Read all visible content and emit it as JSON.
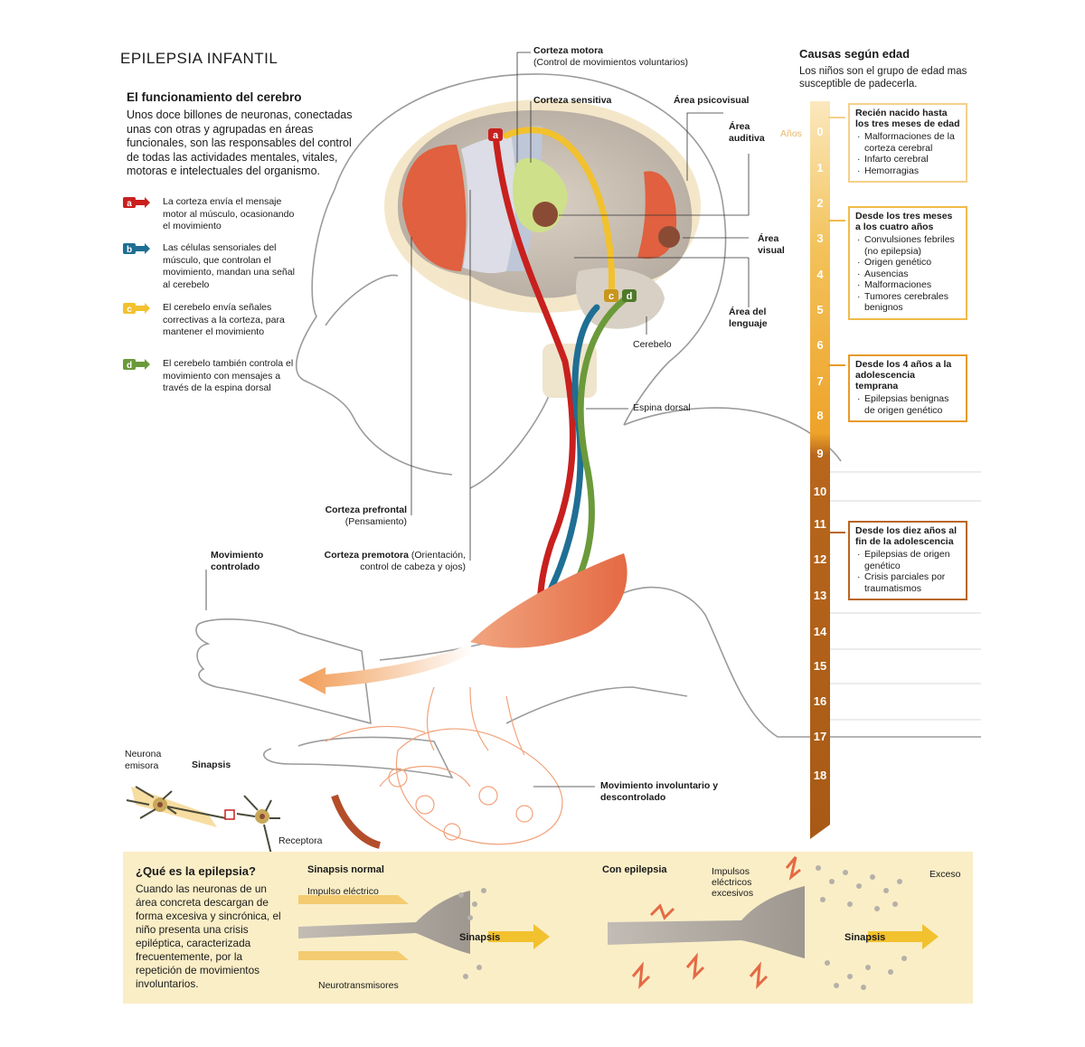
{
  "main_title": "EPILEPSIA INFANTIL",
  "brain_section": {
    "title": "El funcionamiento del cerebro",
    "intro": "Unos doce billones de neuronas, conectadas unas con otras y agrupadas en áreas funcionales, son las responsables del control de todas las actividades mentales, vitales, motoras e intelectuales del organismo."
  },
  "legend": [
    {
      "letter": "a",
      "color": "#c8201e",
      "text": "La corteza envía el mensaje motor al músculo, ocasionando el movimiento"
    },
    {
      "letter": "b",
      "color": "#1f6f94",
      "text": "Las células sensoriales del músculo, que controlan el movimiento,  mandan una señal al cerebelo"
    },
    {
      "letter": "c",
      "color": "#f2c12e",
      "text": "El cerebelo envía señales correctivas a la corteza, para mantener el movimiento"
    },
    {
      "letter": "d",
      "color": "#6b9a3a",
      "text": "El cerebelo también controla el movimiento con mensajes a través de la espina dorsal"
    }
  ],
  "brain_labels": {
    "corteza_motora": "Corteza motora",
    "corteza_motora_sub": "(Control de movimientos voluntarios)",
    "corteza_sensitiva": "Corteza sensitiva",
    "area_psicovisual": "Área psicovisual",
    "area_auditiva": "Área auditiva",
    "area_visual": "Área visual",
    "area_lenguaje": "Área del lenguaje",
    "cerebelo": "Cerebelo",
    "espina_dorsal": "Espina dorsal",
    "corteza_prefrontal": "Corteza prefrontal",
    "corteza_prefrontal_sub": "(Pensamiento)",
    "corteza_premotora": "Corteza premotora",
    "corteza_premotora_sub": "(Orientación, control de cabeza y ojos)",
    "movimiento_controlado": "Movimiento controlado",
    "movimiento_involuntario": "Movimiento involuntario y descontrolado",
    "neurona_emisora": "Neurona emisora",
    "sinapsis": "Sinapsis",
    "receptora": "Receptora"
  },
  "causes": {
    "title": "Causas según edad",
    "subtitle": "Los niños son el grupo de edad mas susceptible de padecerla.",
    "years_label": "Años",
    "ages": [
      "0",
      "1",
      "2",
      "3",
      "4",
      "5",
      "6",
      "7",
      "8",
      "9",
      "10",
      "11",
      "12",
      "13",
      "14",
      "15",
      "16",
      "17",
      "18"
    ],
    "groups": [
      {
        "color": "#f5d08a",
        "title": "Recién nacido hasta los tres meses de edad",
        "items": [
          "Malformaciones de la corteza cerebral",
          "Infarto cerebral",
          "Hemorragias"
        ]
      },
      {
        "color": "#f0bb4a",
        "title": "Desde los tres meses a los cuatro años",
        "items": [
          "Convulsiones febriles (no epilepsia)",
          "Origen genético",
          "Ausencias",
          "Malformaciones",
          "Tumores cerebrales benignos"
        ]
      },
      {
        "color": "#e79a2a",
        "title": "Desde los 4 años a la adolescencia temprana",
        "items": [
          "Epilepsias benignas de origen genético"
        ]
      },
      {
        "color": "#b8661c",
        "title": "Desde los diez años al fin de la adolescencia",
        "items": [
          "Epilepsias de origen genético",
          "Crisis parciales por traumatismos"
        ]
      }
    ]
  },
  "epilepsy_box": {
    "title": "¿Qué es la epilepsia?",
    "text": "Cuando las neuronas de un área concreta descargan de forma excesiva y sincrónica, el niño presenta una crisis epiléptica, caracterizada frecuentemente, por la repetición de movimientos involuntarios.",
    "normal_title": "Sinapsis normal",
    "impulso": "Impulso eléctrico",
    "neurotransmisores": "Neurotransmisores",
    "sinapsis_label": "Sinapsis",
    "epi_title": "Con epilepsia",
    "impulsos_excesivos": "Impulsos eléctricos excesivos",
    "exceso": "Exceso",
    "sinapsis_label2": "Sinapsis"
  },
  "colors": {
    "box_bg": "#faeec7",
    "cortex_red": "#e0603f",
    "brain_gray": "#c9c3bb",
    "age_light": "#f7e4b4",
    "age_mid": "#f0a92d",
    "age_dark": "#b8661c"
  }
}
